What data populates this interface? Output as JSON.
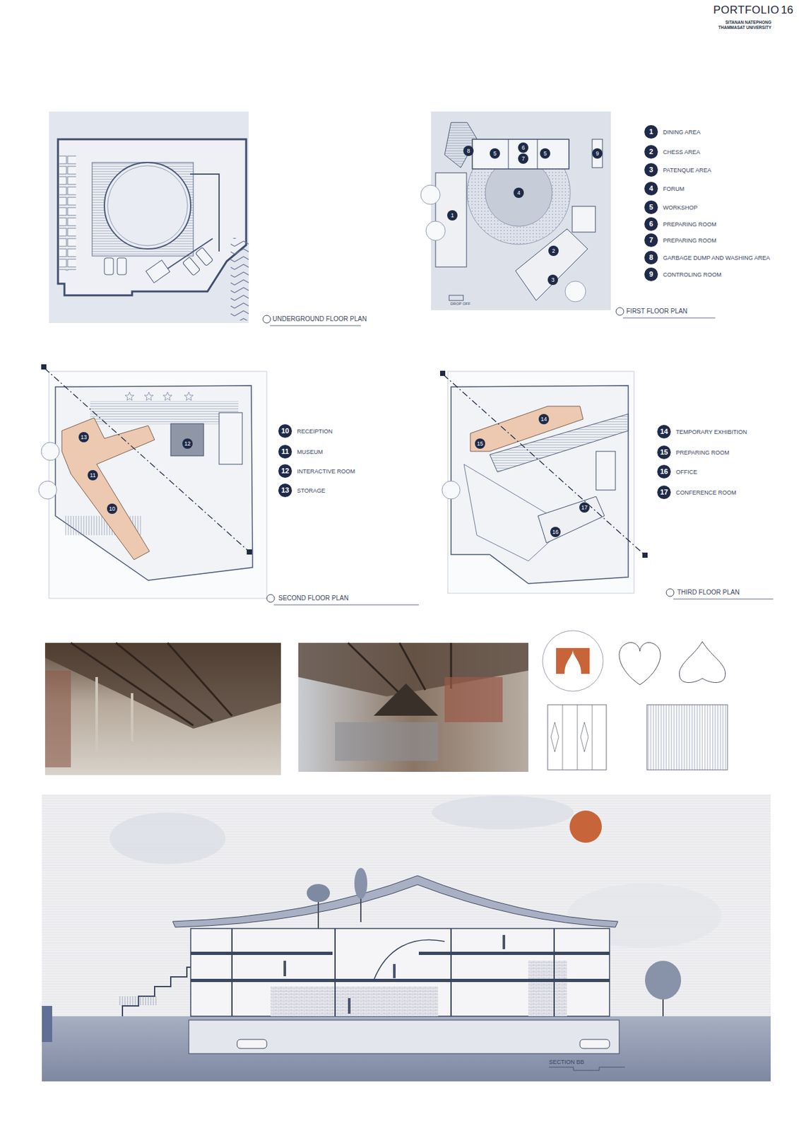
{
  "diagram": {
    "title": "PORTFOLIO",
    "nodes": [
      {
        "text": [
          "1",
          "DINING AREA"
        ]
      },
      {
        "text": [
          "2",
          "CHESS  AREA"
        ]
      },
      {
        "text": [
          "3",
          "PATENQUE AREA"
        ]
      },
      {
        "text": [
          "4",
          "FORUM"
        ]
      },
      {
        "text": [
          "5",
          "WORKSHOP"
        ]
      },
      {
        "text": [
          "6",
          "PREPARING ROOM"
        ]
      },
      {
        "text": [
          "7",
          "PREPARING ROOM"
        ]
      },
      {
        "text": [
          "8",
          "GARBAGE DUMP AND WASHING AREA"
        ]
      },
      {
        "text": [
          "9",
          "CONTROLING ROOM"
        ]
      },
      {
        "text": [
          "10",
          "RECEIPTION"
        ]
      },
      {
        "text": [
          "11",
          "MUSEUM"
        ]
      },
      {
        "text": [
          "12",
          "INTERACTIVE ROOM"
        ]
      },
      {
        "text": [
          "13",
          "STORAGE"
        ]
      },
      {
        "text": [
          "14",
          "TEMPORARY EXHIBITION"
        ]
      },
      {
        "text": [
          "15",
          "PREPARING ROOM"
        ]
      },
      {
        "text": [
          "16",
          "OFFICE"
        ]
      },
      {
        "text": [
          "17",
          "CONFERENCE ROOM"
        ]
      }
    ],
    "labels": [
      "16",
      "SITANAN NATEPHONG",
      "THAMMASAT UNIVERSITY",
      "UNDERGROUND FLOOR PLAN",
      "FIRST FLOOR PLAN",
      "DROP OFF",
      "8",
      "5",
      "6",
      "7",
      "5",
      "9",
      "4",
      "1",
      "2",
      "3",
      "SECOND FLOOR PLAN",
      "13",
      "12",
      "11",
      "10",
      "THIRD FLOOR PLAN",
      "14",
      "15",
      "17",
      "16",
      "SECTION BB"
    ]
  }
}
